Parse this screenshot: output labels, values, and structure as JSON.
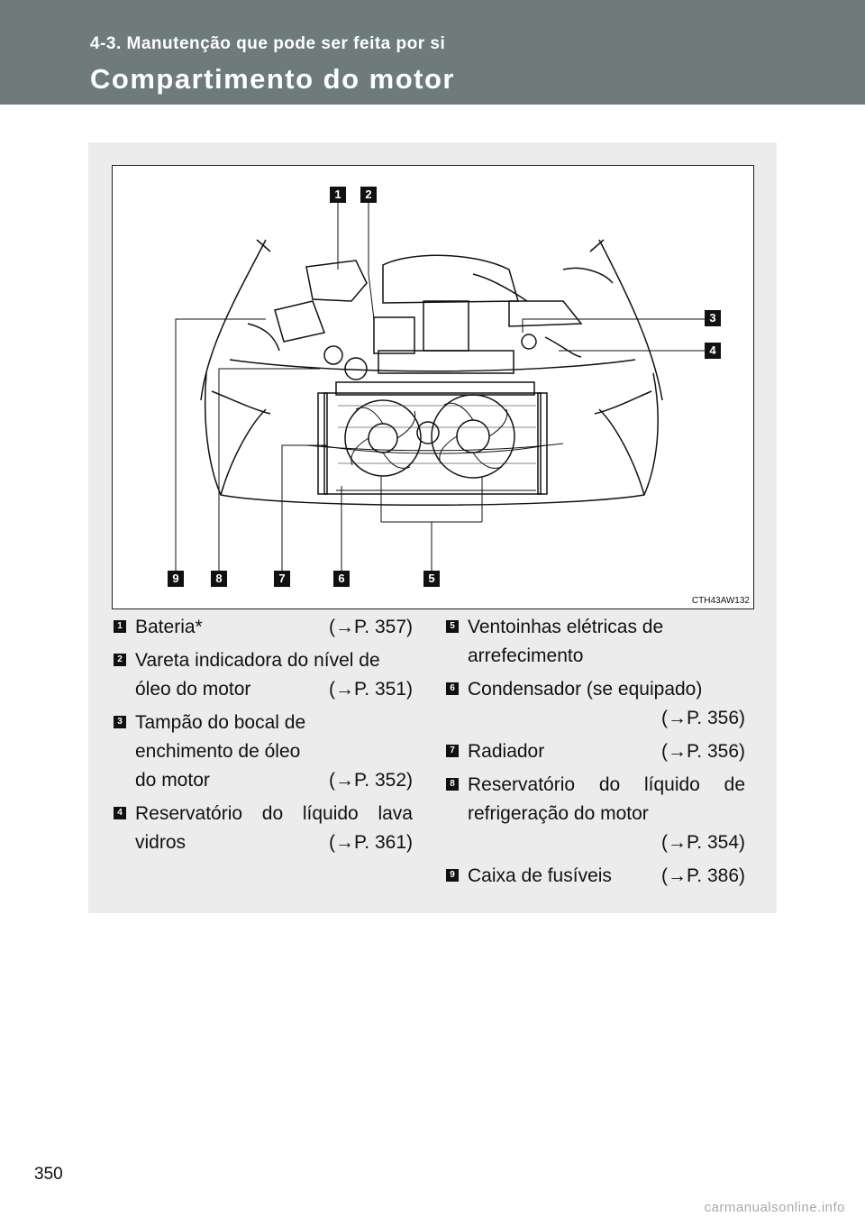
{
  "header": {
    "section": "4-3. Manutenção que pode ser feita por si",
    "title": "Compartimento do motor"
  },
  "figure": {
    "code": "CTH43AW132",
    "callouts": [
      "1",
      "2",
      "3",
      "4",
      "5",
      "6",
      "7",
      "8",
      "9"
    ]
  },
  "legend": {
    "left": [
      {
        "num": "1",
        "lines": [
          "Bateria*"
        ],
        "page": "(→P. 357)"
      },
      {
        "num": "2",
        "lines": [
          "Vareta indicadora do nível de",
          "óleo do motor"
        ],
        "page": "(→P. 351)"
      },
      {
        "num": "3",
        "lines": [
          "Tampão do bocal de",
          "enchimento de óleo",
          "do motor"
        ],
        "page": "(→P. 352)"
      },
      {
        "num": "4",
        "lines": [
          "Reservatório do líquido lava",
          "vidros"
        ],
        "page": "(→P. 361)"
      }
    ],
    "right": [
      {
        "num": "5",
        "lines": [
          "Ventoinhas elétricas de",
          "arrefecimento"
        ],
        "page": ""
      },
      {
        "num": "6",
        "lines": [
          "Condensador (se equipado)"
        ],
        "page": "(→P. 356)"
      },
      {
        "num": "7",
        "lines": [
          "Radiador"
        ],
        "page": "(→P. 356)"
      },
      {
        "num": "8",
        "lines": [
          "Reservatório do líquido de",
          "refrigeração do motor"
        ],
        "page": "(→P. 354)"
      },
      {
        "num": "9",
        "lines": [
          "Caixa de fusíveis"
        ],
        "page": "(→P. 386)"
      }
    ]
  },
  "page_number": "350",
  "watermark": "carmanualsonline.info"
}
